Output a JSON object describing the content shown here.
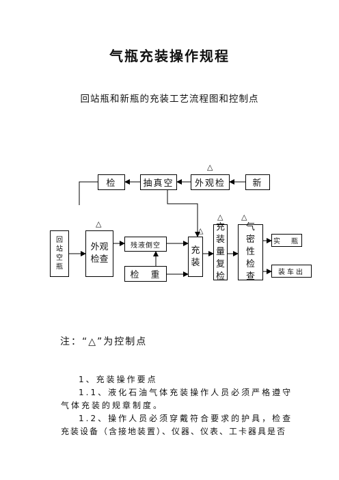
{
  "doc": {
    "title": "气瓶充装操作规程",
    "subtitle": "回站瓶和新瓶的充装工艺流程图和控制点"
  },
  "flow": {
    "box_jian": "检",
    "box_chouzhenkong": "抽真空",
    "box_waiguanjian": "外观检",
    "box_xin": "新",
    "box_huizhan": "回站空瓶",
    "box_waiguanjiancha": "外观检查",
    "box_canye": "残液倒空",
    "box_jianzhong": "检　重",
    "box_chongzhuang": "充装",
    "box_chongzhuangliang": "充装量复检",
    "box_qimixing": "气密性检查",
    "box_shiping": "实　瓶",
    "box_zhuangche": "装车出",
    "control_mark": "△"
  },
  "note": "注：“△”为控制点",
  "paragraphs": {
    "p1": "1、充装操作要点",
    "p2_line1": "1.1、液化石油气体充装操作人员必须严格遵守",
    "p2_line2": "气体充装的规章制度。",
    "p3_line1": "1.2、操作人员必须穿戴符合要求的护具，检查",
    "p3_line2": "充装设备（含接地装置）、仪器、仪表、工卡器具是否"
  }
}
